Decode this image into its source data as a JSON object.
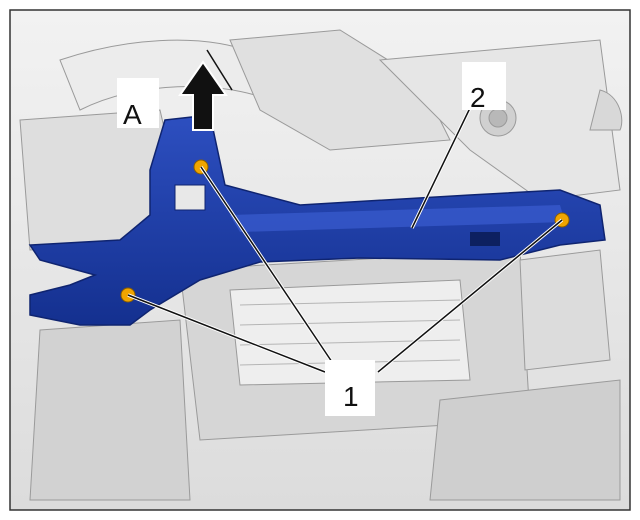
{
  "figure": {
    "callouts": {
      "a": "A",
      "fasteners": "1",
      "bracket": "2"
    },
    "icons": {
      "removal_direction": "arrow-up-icon",
      "fastener": "bolt-icon"
    },
    "colors": {
      "bracket": "#1b3aa3",
      "bracket_shadow": "#0f2470",
      "fastener": "#f0a500",
      "arrow": "#111111",
      "background_parts": "#d9d9d9",
      "frame": "#333333"
    }
  }
}
